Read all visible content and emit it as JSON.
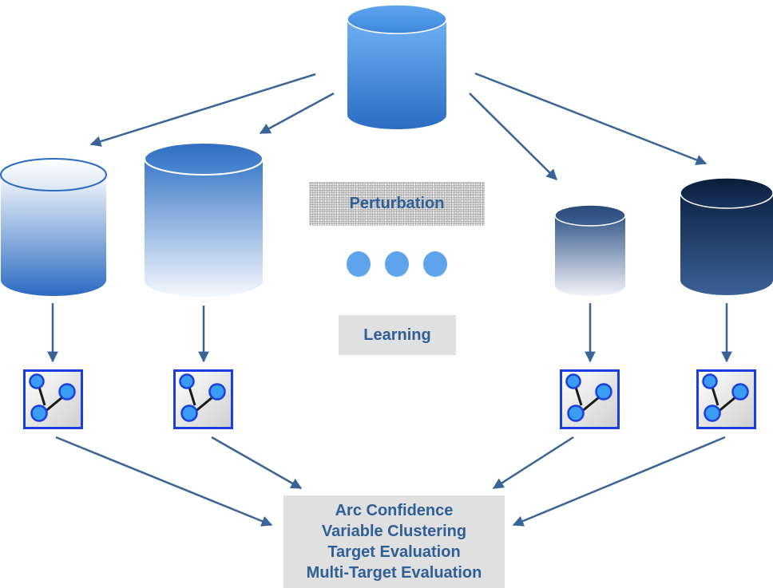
{
  "labels": {
    "perturbation": "Perturbation",
    "learning": "Learning"
  },
  "results": {
    "items": [
      "Arc Confidence",
      "Variable Clustering",
      "Target Evaluation",
      "Multi-Target Evaluation"
    ]
  },
  "icons": {
    "database": "database-cylinder-icon",
    "network": "bayesian-network-icon",
    "ellipsis": "ellipsis-dots-icon"
  },
  "colors": {
    "arrow": "#3b6496",
    "text": "#2f5f96",
    "network_border": "#1a3fe0",
    "node": "#3a9cf2",
    "dot": "#5ea3ec"
  }
}
